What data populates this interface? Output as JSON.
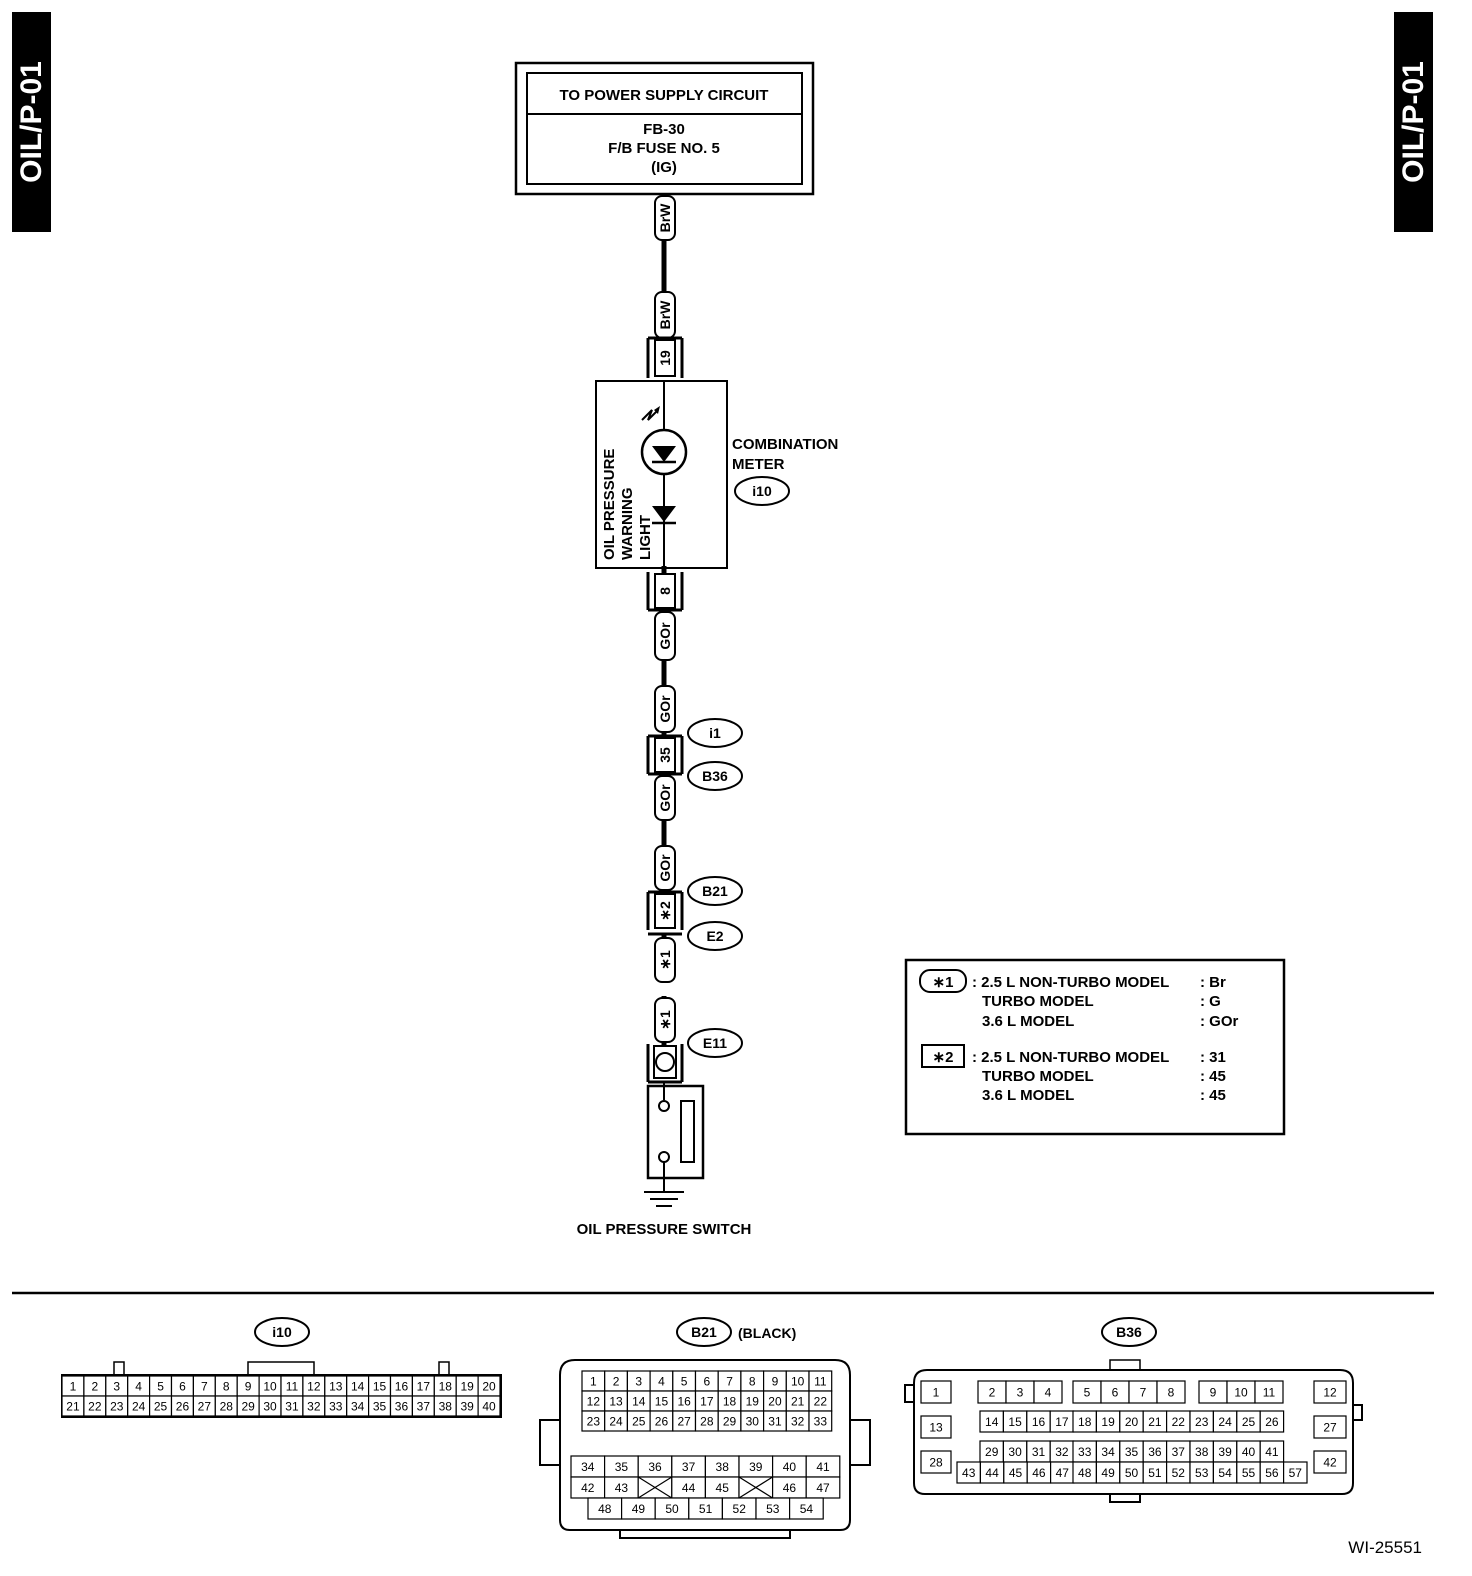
{
  "page_tab": "OIL/P-01",
  "power_box": {
    "title": "TO POWER SUPPLY CIRCUIT",
    "line1": "FB-30",
    "line2": "F/B FUSE NO. 5",
    "line3": "(IG)"
  },
  "wires": {
    "brw": "BrW",
    "gor": "GOr",
    "star1": "∗1"
  },
  "pins": {
    "p19": "19",
    "p8": "8",
    "p35": "35",
    "star2": "∗2"
  },
  "component": {
    "warning_light": [
      "OIL PRESSURE",
      "WARNING",
      "LIGHT"
    ],
    "meter_line1": "COMBINATION",
    "meter_line2": "METER",
    "switch": "OIL PRESSURE SWITCH"
  },
  "connectors": {
    "i10": "i10",
    "i1": "i1",
    "b36": "B36",
    "b21": "B21",
    "e2": "E2",
    "e11": "E11",
    "b21_color": "(BLACK)"
  },
  "legend": {
    "star1": {
      "key": "∗1",
      "rows": [
        {
          "model": ": 2.5 L NON-TURBO MODEL",
          "value": ": Br"
        },
        {
          "model": "TURBO MODEL",
          "value": ": G"
        },
        {
          "model": "3.6 L MODEL",
          "value": ": GOr"
        }
      ]
    },
    "star2": {
      "key": "∗2",
      "rows": [
        {
          "model": ": 2.5 L NON-TURBO MODEL",
          "value": ": 31"
        },
        {
          "model": "TURBO MODEL",
          "value": ": 45"
        },
        {
          "model": "3.6 L MODEL",
          "value": ": 45"
        }
      ]
    }
  },
  "figure_id": "WI-25551"
}
